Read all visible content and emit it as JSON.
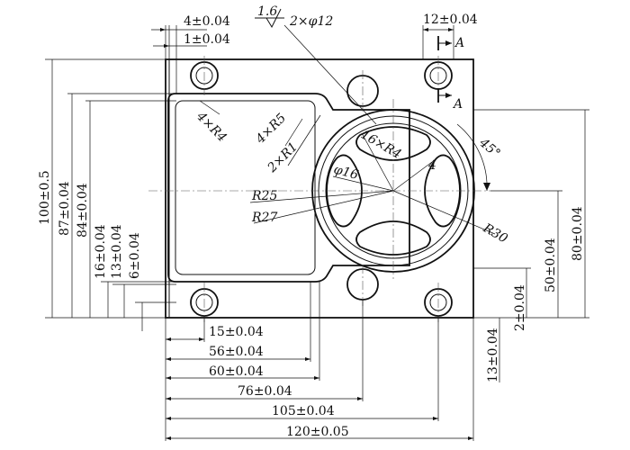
{
  "drawing": {
    "dims_bottom": [
      "15±0.04",
      "56±0.04",
      "60±0.04",
      "76±0.04",
      "105±0.04",
      "120±0.05"
    ],
    "dims_left": [
      "100±0.5",
      "87±0.04",
      "84±0.04",
      "16±0.04",
      "13±0.04",
      "6±0.04"
    ],
    "dims_right": [
      "80±0.04",
      "50±0.04",
      "2±0.04",
      "13±0.04"
    ],
    "dims_top": [
      "4±0.04",
      "1±0.04",
      "12±0.04"
    ],
    "section_labels": [
      "A",
      "A"
    ],
    "notes": {
      "roughness": "1.6",
      "holes": "2×φ12",
      "r4_corners": "4×R4",
      "r5_corners": "4×R5",
      "r1_corners": "2×R1",
      "r4_slots": "16×R4",
      "slot_width": "4",
      "bore": "φ16",
      "r25": "R25",
      "r27": "R27",
      "r30": "R30",
      "angle": "45°"
    }
  }
}
